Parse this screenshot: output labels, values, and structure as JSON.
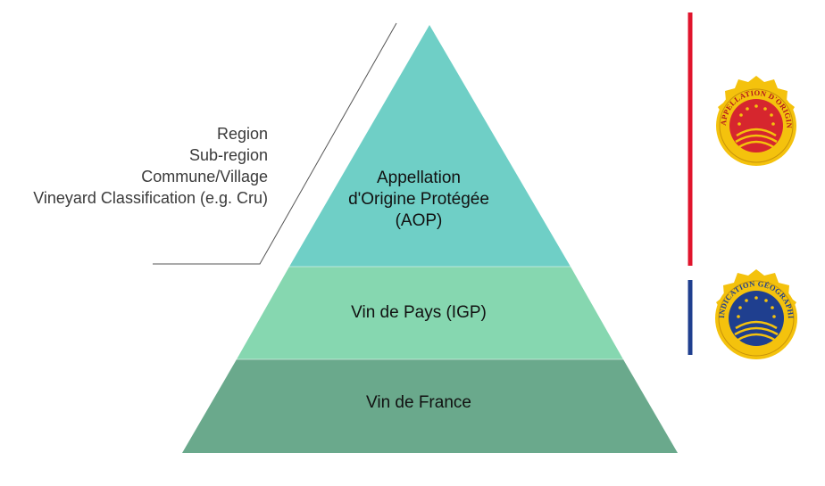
{
  "pyramid": {
    "tiers": [
      {
        "id": "aop",
        "label_lines": [
          "Appellation",
          "d'Origine Protégée",
          "(AOP)"
        ],
        "color": "#6fcfc6"
      },
      {
        "id": "igp",
        "label": "Vin de Pays (IGP)",
        "color": "#86d7b0"
      },
      {
        "id": "vdf",
        "label": "Vin de France",
        "color": "#6aa98c"
      }
    ]
  },
  "aop_details": {
    "lines": [
      "Region",
      "Sub-region",
      "Commune/Village",
      "Vineyard Classification (e.g. Cru)"
    ]
  },
  "badges": {
    "aop": {
      "text": "APPELLATION D'ORIGINE PROTÉGÉE",
      "bracket_color": "#e0142c",
      "fill": "#d6262e",
      "rim": "#f4c20d"
    },
    "igp": {
      "text": "INDICATION GÉOGRAPHIQUE PROTÉGÉE",
      "bracket_color": "#1f3f8f",
      "fill": "#1f3f8f",
      "rim": "#f4c20d"
    }
  }
}
